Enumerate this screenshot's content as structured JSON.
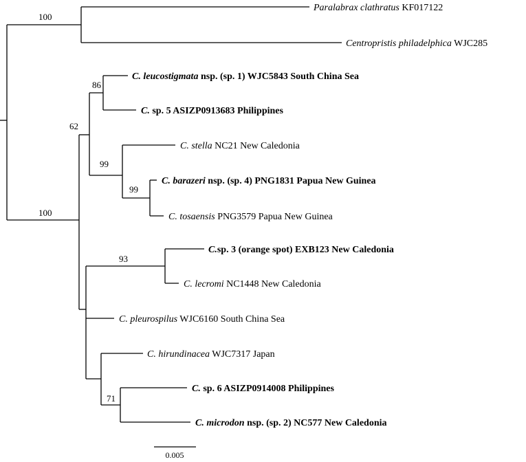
{
  "tree": {
    "tips": [
      {
        "id": "t1",
        "genus": "Paralabrax clathratus",
        "rest": " KF017122",
        "bold": false
      },
      {
        "id": "t2",
        "genus": "Centropristis philadelphica",
        "rest": " WJC285",
        "bold": false
      },
      {
        "id": "t3",
        "genus": "C. leucostigmata",
        "rest": " nsp. (sp. 1) WJC5843 South China Sea",
        "bold": true
      },
      {
        "id": "t4",
        "genus": "C.",
        "rest": " sp. 5 ASIZP0913683 Philippines",
        "bold": true
      },
      {
        "id": "t5",
        "genus": "C. stella",
        "rest": " NC21 New Caledonia",
        "bold": false
      },
      {
        "id": "t6",
        "genus": "C. barazeri",
        "rest": " nsp. (sp. 4) PNG1831 Papua New Guinea",
        "bold": true
      },
      {
        "id": "t7",
        "genus": "C. tosaensis",
        "rest": " PNG3579 Papua New Guinea",
        "bold": false
      },
      {
        "id": "t8",
        "genus": "C.",
        "rest": "sp. 3 (orange spot) EXB123 New Caledonia",
        "bold": true
      },
      {
        "id": "t9",
        "genus": "C. lecromi",
        "rest": " NC1448 New Caledonia",
        "bold": false
      },
      {
        "id": "t10",
        "genus": "C. pleurospilus",
        "rest": " WJC6160 South China Sea",
        "bold": false
      },
      {
        "id": "t11",
        "genus": "C. hirundinacea",
        "rest": " WJC7317 Japan",
        "bold": false
      },
      {
        "id": "t12",
        "genus": "C.",
        "rest": " sp. 6 ASIZP0914008 Philippines",
        "bold": true
      },
      {
        "id": "t13",
        "genus": "C. microdon",
        "rest": " nsp. (sp. 2) NC577 New Caledonia",
        "bold": true
      }
    ],
    "support": [
      {
        "id": "s_out",
        "value": "100"
      },
      {
        "id": "s_ingroup",
        "value": "100"
      },
      {
        "id": "s_62",
        "value": "62"
      },
      {
        "id": "s_86",
        "value": "86"
      },
      {
        "id": "s_99a",
        "value": "99"
      },
      {
        "id": "s_99b",
        "value": "99"
      },
      {
        "id": "s_93",
        "value": "93"
      },
      {
        "id": "s_71",
        "value": "71"
      }
    ],
    "scale_bar": {
      "label": "0.005"
    }
  }
}
